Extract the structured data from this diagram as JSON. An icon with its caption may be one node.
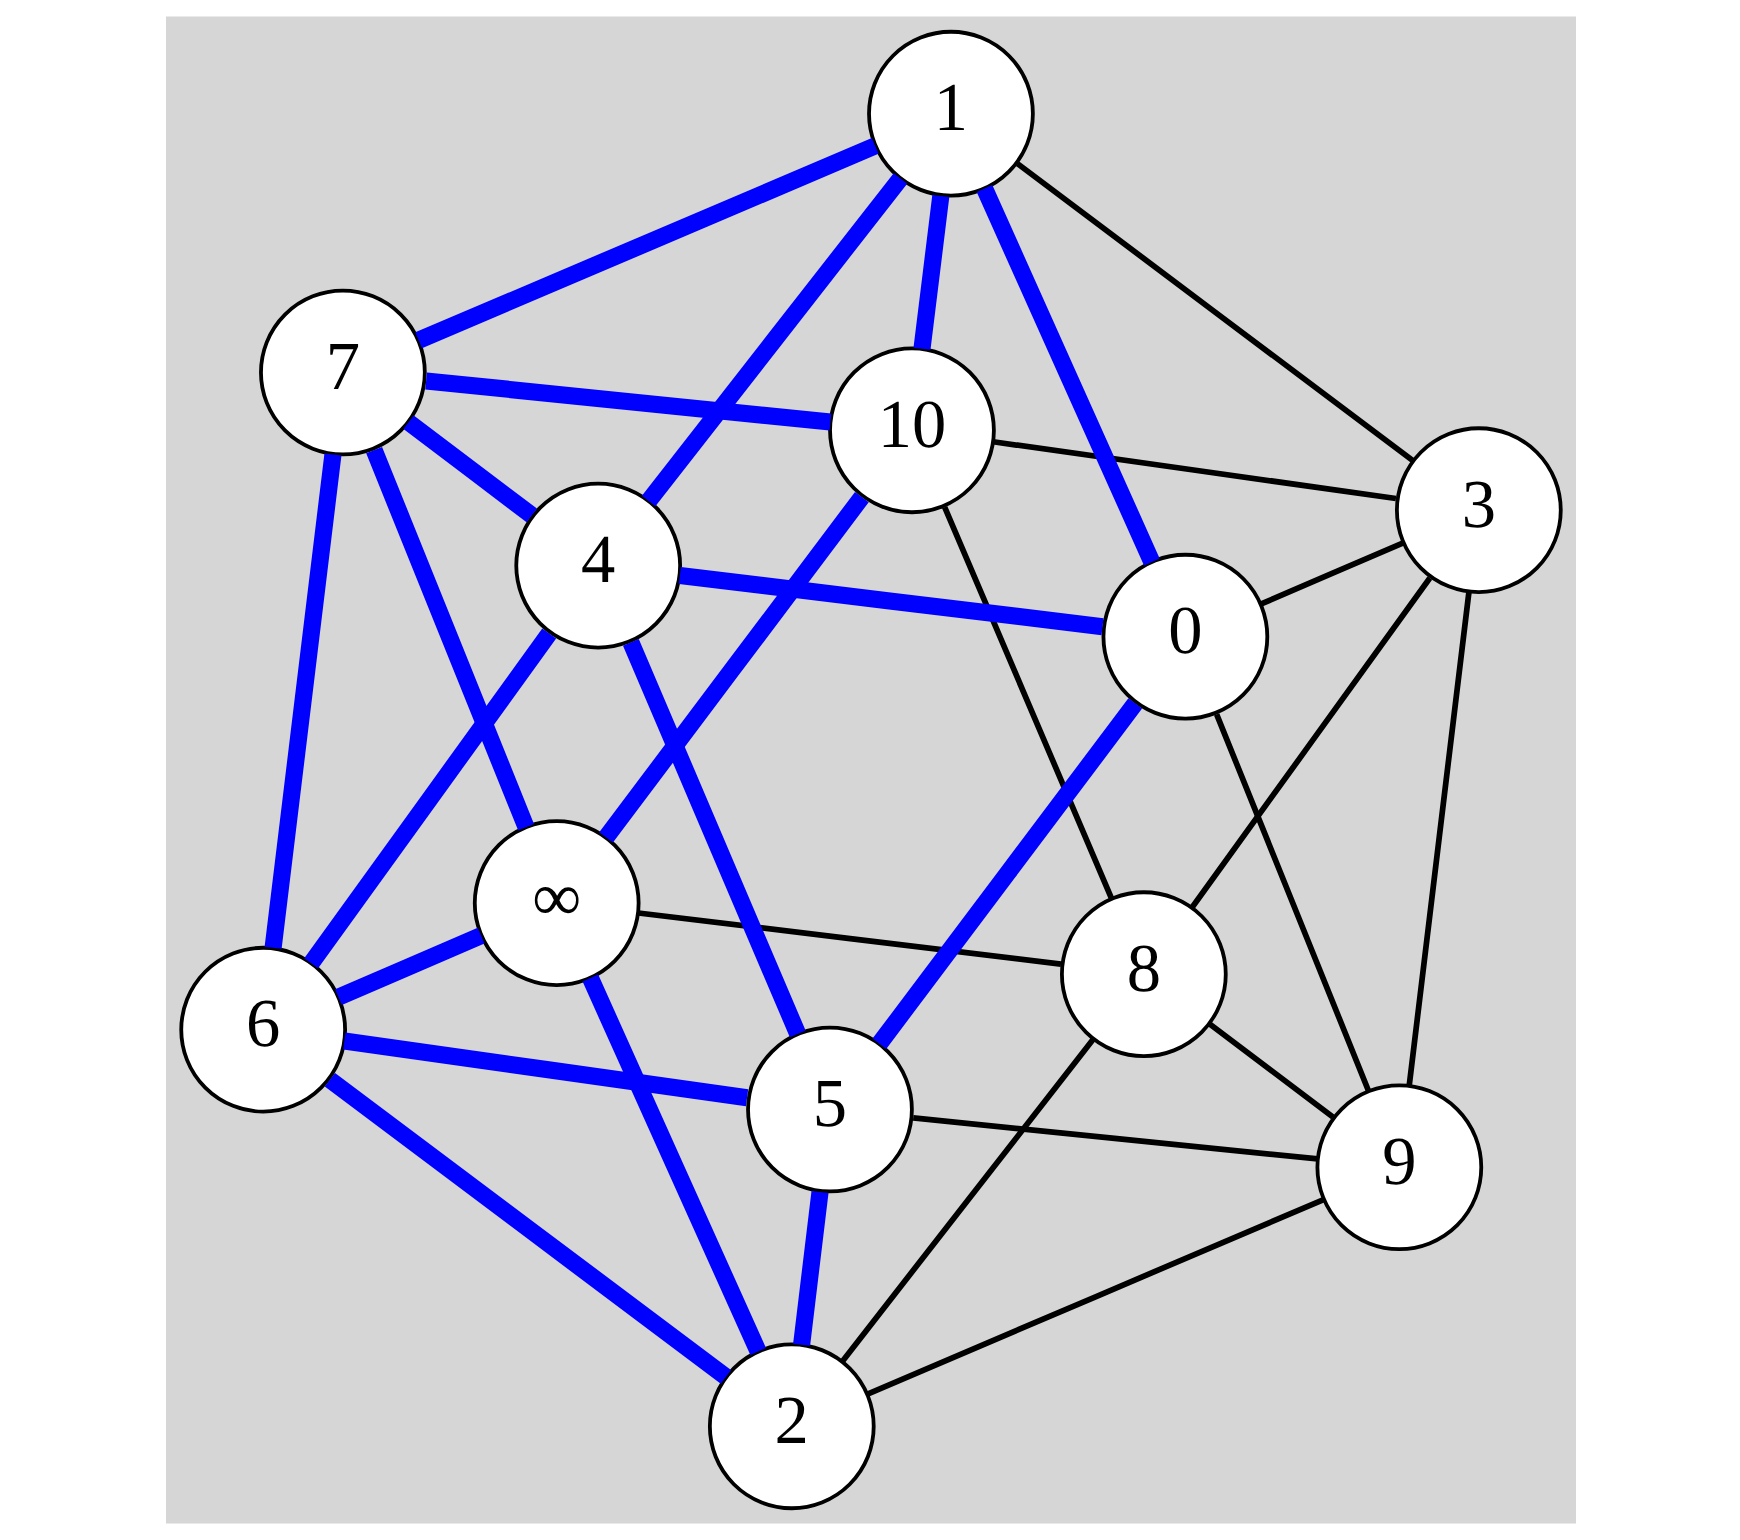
{
  "diagram": {
    "nodes": [
      {
        "text": [
          "∞"
        ]
      },
      {
        "text": [
          "8"
        ]
      },
      {
        "text": [
          "2"
        ]
      },
      {
        "text": [
          "10"
        ]
      },
      {
        "text": [
          "6"
        ]
      },
      {
        "text": [
          "7"
        ]
      },
      {
        "text": [
          "9"
        ]
      },
      {
        "text": [
          "3"
        ]
      },
      {
        "text": [
          "5"
        ]
      },
      {
        "text": [
          "1"
        ]
      },
      {
        "text": [
          "4"
        ]
      },
      {
        "text": [
          "0"
        ]
      }
    ],
    "edges": [
      {
        "from": 0,
        "to": 2,
        "arrow": "none"
      },
      {
        "from": 0,
        "to": 4,
        "arrow": "none"
      },
      {
        "from": 0,
        "to": 1,
        "arrow": "none",
        "color": "#000000"
      },
      {
        "from": 0,
        "to": 5,
        "arrow": "none"
      },
      {
        "from": 0,
        "to": 3,
        "arrow": "none"
      },
      {
        "from": 1,
        "to": 2,
        "arrow": "none",
        "color": "#000000"
      },
      {
        "from": 1,
        "to": 3,
        "arrow": "none",
        "color": "#000000"
      },
      {
        "from": 1,
        "to": 6,
        "arrow": "none",
        "color": "#000000"
      },
      {
        "from": 1,
        "to": 7,
        "arrow": "none",
        "color": "#000000"
      },
      {
        "from": 2,
        "to": 4,
        "arrow": "none"
      },
      {
        "from": 2,
        "to": 8,
        "arrow": "none"
      },
      {
        "from": 2,
        "to": 6,
        "arrow": "none",
        "color": "#000000"
      },
      {
        "from": 3,
        "to": 5,
        "arrow": "none"
      },
      {
        "from": 3,
        "to": 9,
        "arrow": "none"
      },
      {
        "from": 3,
        "to": 7,
        "arrow": "none",
        "color": "#000000"
      },
      {
        "from": 4,
        "to": 5,
        "arrow": "none"
      },
      {
        "from": 4,
        "to": 8,
        "arrow": "none"
      },
      {
        "from": 4,
        "to": 10,
        "arrow": "none"
      },
      {
        "from": 5,
        "to": 10,
        "arrow": "none"
      },
      {
        "from": 5,
        "to": 9,
        "arrow": "none"
      },
      {
        "from": 6,
        "to": 7,
        "arrow": "none",
        "color": "#000000"
      },
      {
        "from": 6,
        "to": 8,
        "arrow": "none",
        "color": "#000000"
      },
      {
        "from": 6,
        "to": 11,
        "arrow": "none",
        "color": "#000000"
      },
      {
        "from": 7,
        "to": 9,
        "arrow": "none",
        "color": "#000000"
      },
      {
        "from": 7,
        "to": 11,
        "arrow": "none",
        "color": "#000000"
      },
      {
        "from": 8,
        "to": 10,
        "arrow": "none"
      },
      {
        "from": 8,
        "to": 11,
        "arrow": "none"
      },
      {
        "from": 9,
        "to": 10,
        "arrow": "none"
      },
      {
        "from": 9,
        "to": 11,
        "arrow": "none"
      },
      {
        "from": 10,
        "to": 11,
        "arrow": "none"
      }
    ]
  }
}
